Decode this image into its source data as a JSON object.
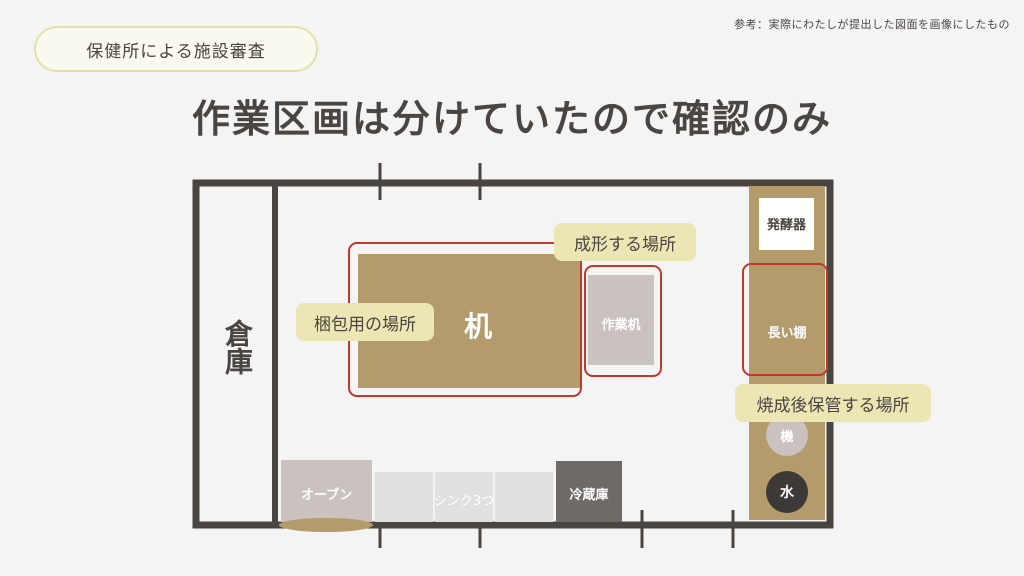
{
  "header": {
    "note": "参考：実際にわたしが提出した図面を画像にしたもの",
    "section_pill": "保健所による施設審査",
    "title": "作業区画は分けていたので確認のみ"
  },
  "floorplan": {
    "storage": "倉庫",
    "desk": "机",
    "work_desk": "作業机",
    "fermenter": "発酵器",
    "long_shelf": "長い棚",
    "machine": "機",
    "water": "水",
    "oven": "オーブン",
    "sinks": "シンク3つ",
    "fridge": "冷蔵庫"
  },
  "callouts": {
    "packing_area": "梱包用の場所",
    "forming_area": "成形する場所",
    "storage_after_baking": "焼成後保管する場所"
  },
  "colors": {
    "wall": "#4a4540",
    "furniture": "#b39b6c",
    "highlight": "#c0392b",
    "callout_bg": "#ece6b5",
    "appliance_gray": "#c9c2bf",
    "fridge": "#6e6a66"
  }
}
